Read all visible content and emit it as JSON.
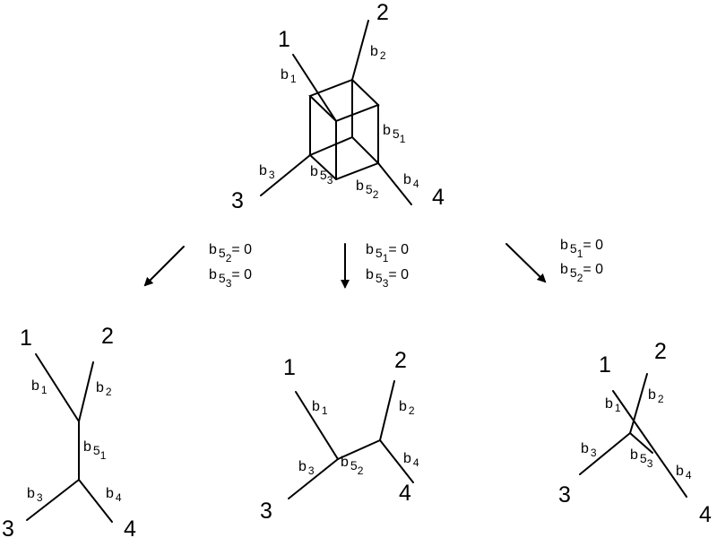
{
  "diagrams": {
    "top": {
      "leaves": [
        "1",
        "2",
        "3",
        "4"
      ],
      "labels": [
        {
          "base": "b",
          "sub": "1"
        },
        {
          "base": "b",
          "sub": "2"
        },
        {
          "base": "b",
          "sub": "5",
          "subsub": "1"
        },
        {
          "base": "b",
          "sub": "3"
        },
        {
          "base": "b",
          "sub": "5",
          "subsub": "3"
        },
        {
          "base": "b",
          "sub": "5",
          "subsub": "2"
        },
        {
          "base": "b",
          "sub": "4"
        }
      ]
    },
    "left": {
      "leaves": [
        "1",
        "2",
        "3",
        "4"
      ],
      "labels": [
        {
          "base": "b",
          "sub": "1"
        },
        {
          "base": "b",
          "sub": "2"
        },
        {
          "base": "b",
          "sub": "5",
          "subsub": "1"
        },
        {
          "base": "b",
          "sub": "3"
        },
        {
          "base": "b",
          "sub": "4"
        }
      ]
    },
    "middle": {
      "leaves": [
        "1",
        "2",
        "3",
        "4"
      ],
      "labels": [
        {
          "base": "b",
          "sub": "1"
        },
        {
          "base": "b",
          "sub": "2"
        },
        {
          "base": "b",
          "sub": "3"
        },
        {
          "base": "b",
          "sub": "5",
          "subsub": "2"
        },
        {
          "base": "b",
          "sub": "4"
        }
      ]
    },
    "right": {
      "leaves": [
        "1",
        "2",
        "3",
        "4"
      ],
      "labels": [
        {
          "base": "b",
          "sub": "1"
        },
        {
          "base": "b",
          "sub": "2"
        },
        {
          "base": "b",
          "sub": "3"
        },
        {
          "base": "b",
          "sub": "5",
          "subsub": "3"
        },
        {
          "base": "b",
          "sub": "4"
        }
      ]
    }
  },
  "conditions": {
    "left": [
      {
        "base": "b",
        "sub": "5",
        "subsub": "2",
        "rhs": "= 0"
      },
      {
        "base": "b",
        "sub": "5",
        "subsub": "3",
        "rhs": "= 0"
      }
    ],
    "middle": [
      {
        "base": "b",
        "sub": "5",
        "subsub": "1",
        "rhs": "= 0"
      },
      {
        "base": "b",
        "sub": "5",
        "subsub": "3",
        "rhs": "= 0"
      }
    ],
    "right": [
      {
        "base": "b",
        "sub": "5",
        "subsub": "1",
        "rhs": "= 0"
      },
      {
        "base": "b",
        "sub": "5",
        "subsub": "2",
        "rhs": "= 0"
      }
    ]
  }
}
